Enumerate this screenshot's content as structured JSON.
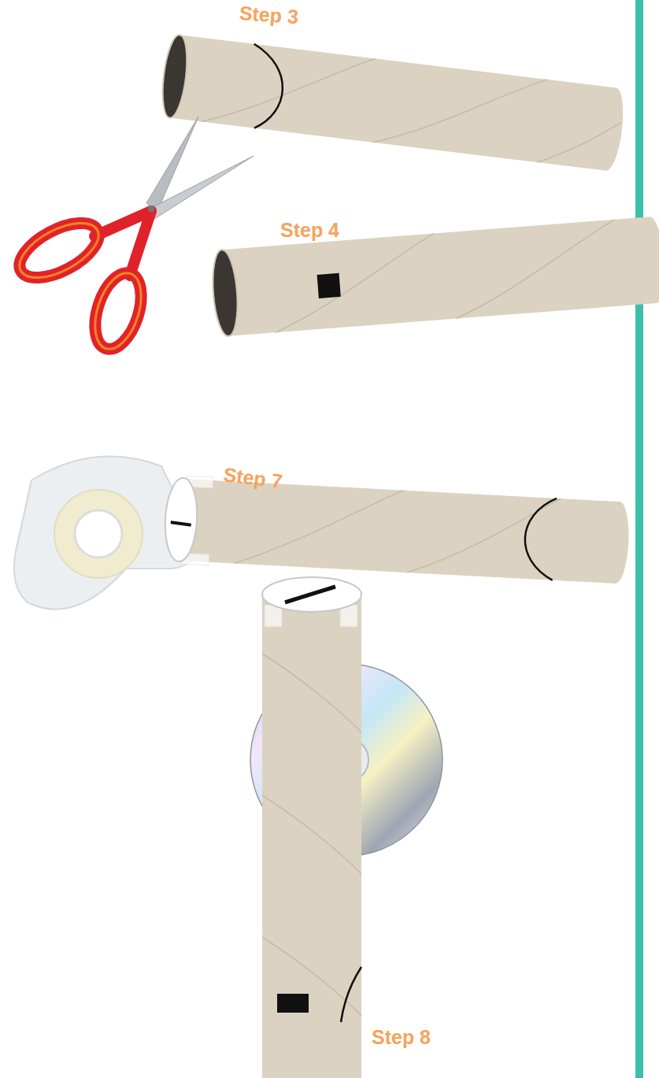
{
  "diagram": {
    "labels": [
      "Step 3",
      "Step 4",
      "Step 7",
      "Step 8"
    ]
  }
}
